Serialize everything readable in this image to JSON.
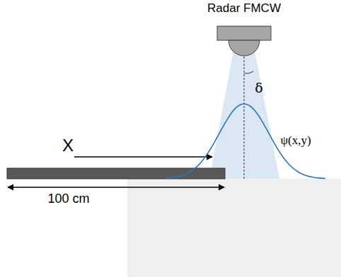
{
  "diagram": {
    "labels": [
      "Radar FMCW",
      "δ",
      "X",
      "ψ(x,y)",
      "100 cm"
    ]
  }
}
